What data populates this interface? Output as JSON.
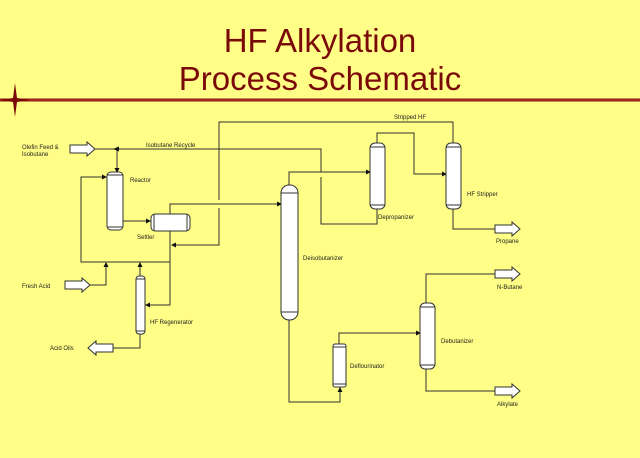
{
  "title": {
    "line1": "HF Alkylation",
    "line2": "Process Schematic"
  },
  "colors": {
    "background": "#fffe86",
    "title": "#7a0a0a",
    "rule": "#8b1010"
  },
  "streams": {
    "olefin_feed_1": "Olefin Feed &",
    "olefin_feed_2": "Isobutane",
    "isobutane_recycle": "Isobutane Recycle",
    "stripped_hf": "Stripped HF",
    "fresh_acid": "Fresh Acid",
    "acid_oils": "Acid Oils",
    "propane": "Propane",
    "n_butane": "N-Butane",
    "alkylate": "Alkylate"
  },
  "units": {
    "reactor": "Reactor",
    "settler": "Settler",
    "hf_regenerator": "HF Regenerator",
    "deisobutanizer": "Deisobutanizer",
    "depropanizer": "Depropanizer",
    "hf_stripper": "HF Stripper",
    "defluorinator": "Deflourinator",
    "debutanizer": "Debutanizer"
  }
}
